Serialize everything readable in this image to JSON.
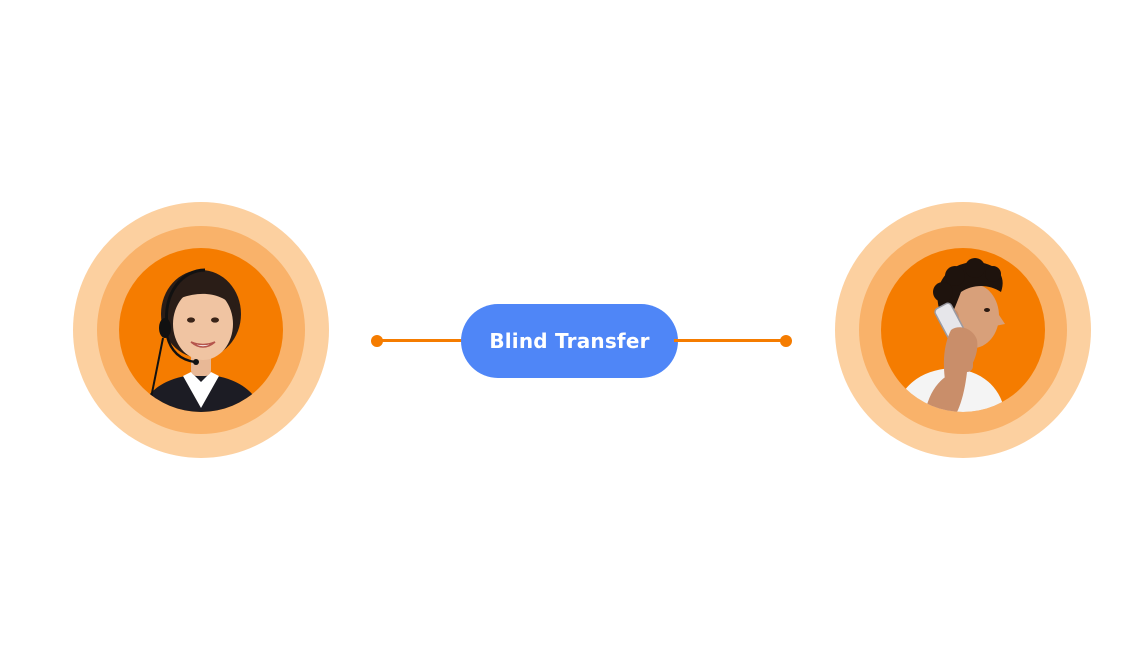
{
  "transfer": {
    "label": "Blind Transfer"
  },
  "colors": {
    "accent": "#f57c00",
    "ring_outer": "#fcd0a0",
    "ring_mid": "#f9b26a",
    "ring_inner": "#f57c00",
    "pill": "#4f86f7",
    "pill_text": "#ffffff",
    "connector": "#f57c00"
  },
  "nodes": {
    "agent": {
      "icon": "agent-with-headset-avatar"
    },
    "caller": {
      "icon": "caller-on-phone-avatar"
    }
  }
}
